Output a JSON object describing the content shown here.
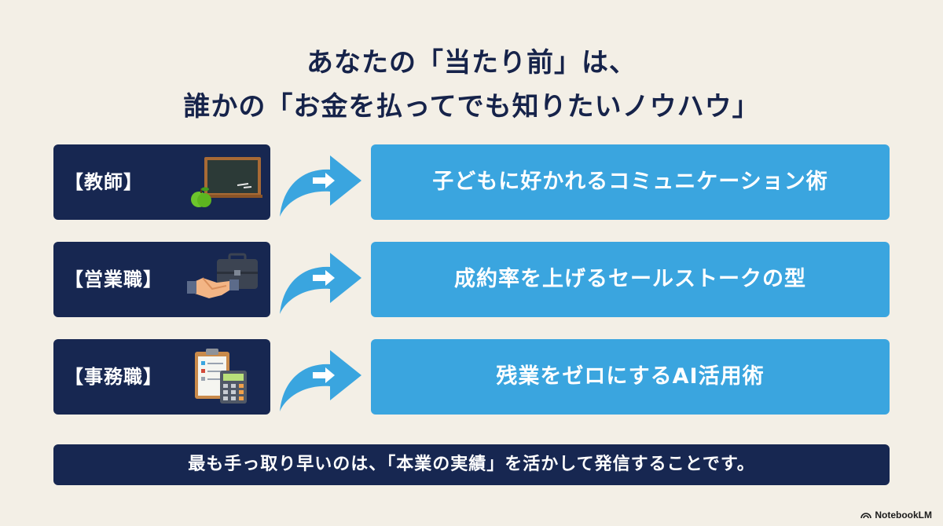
{
  "title": {
    "line1": "あなたの「当たり前」は、",
    "line2": "誰かの「お金を払ってでも知りたいノウハウ」"
  },
  "rows": [
    {
      "role": "【教師】",
      "icon": "blackboard-apple-icon",
      "result": "子どもに好かれるコミュニケーション術"
    },
    {
      "role": "【営業職】",
      "icon": "handshake-briefcase-icon",
      "result": "成約率を上げるセールストークの型"
    },
    {
      "role": "【事務職】",
      "icon": "clipboard-calculator-icon",
      "result": "残業をゼロにするAI活用術"
    }
  ],
  "bottom_message": "最も手っ取り早いのは、「本業の実績」を活かして発信することです。",
  "watermark": "NotebookLM",
  "colors": {
    "background": "#f3efe6",
    "navy": "#172751",
    "blue": "#3aa5df",
    "title_text": "#16234a"
  }
}
